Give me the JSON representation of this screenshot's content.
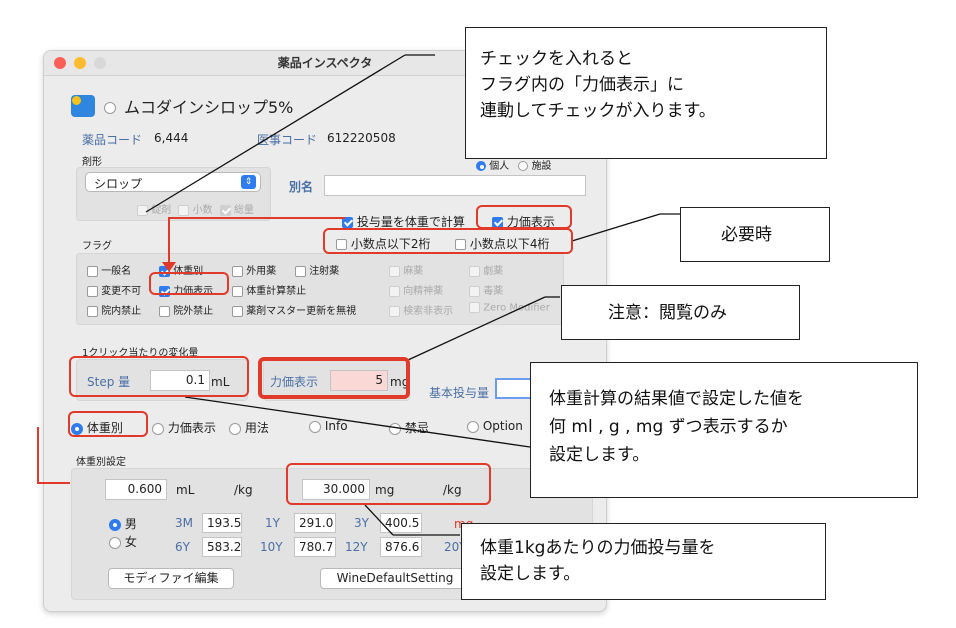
{
  "window": {
    "title": "薬品インスペクタ"
  },
  "drug": {
    "name": "ムコダインシロップ5%",
    "code_label": "薬品コード",
    "code": "6,444",
    "rezept_label": "医事コード",
    "rezept": "612220508"
  },
  "form": {
    "section_label": "剤形",
    "value": "シロップ",
    "options": [
      "錠剤",
      "小数",
      "総量"
    ],
    "alias_label": "別名"
  },
  "target": {
    "options": [
      "個人",
      "施設"
    ]
  },
  "top_flags": {
    "weight_calc": "投与量を体重で計算",
    "potency": "力価表示",
    "decimal2": "小数点以下2桁",
    "decimal4": "小数点以下4桁"
  },
  "flags": {
    "section_label": "フラグ",
    "rows": [
      [
        "一般名",
        "体重別",
        "外用薬",
        "注射薬",
        "麻薬",
        "劇薬"
      ],
      [
        "変更不可",
        "力価表示",
        "体重計算禁止",
        "向精神薬",
        "毒薬"
      ],
      [
        "院内禁止",
        "院外禁止",
        "薬剤マスター更新を無視",
        "検索非表示",
        "Zero Modifier"
      ]
    ]
  },
  "click": {
    "section_label": "1クリック当たりの変化量",
    "step_label": "Step 量",
    "step_value": "0.1",
    "step_unit": "mL",
    "potency_label": "力価表示",
    "potency_value": "5",
    "potency_unit": "mg",
    "base_label": "基本投与量"
  },
  "tabs": [
    "体重別",
    "力価表示",
    "用法",
    "Info",
    "禁忌",
    "Option"
  ],
  "weight": {
    "section_label": "体重別設定",
    "ml_value": "0.600",
    "ml_unit": "mL",
    "per_kg": "/kg",
    "mg_value": "30.000",
    "mg_unit": "mg",
    "mg_per_kg": "/kg",
    "sex": [
      "男",
      "女"
    ],
    "ages_row1": [
      {
        "age": "3M",
        "val": "193.5"
      },
      {
        "age": "1Y",
        "val": "291.0"
      },
      {
        "age": "3Y",
        "val": "400.5"
      }
    ],
    "ages_row2": [
      {
        "age": "6Y",
        "val": "583.2"
      },
      {
        "age": "10Y",
        "val": "780.7"
      },
      {
        "age": "12Y",
        "val": "876.6"
      },
      {
        "age": "20Y",
        "val": ""
      }
    ],
    "row1_unit": "mg"
  },
  "buttons": {
    "modify": "モディファイ編集",
    "setting": "WineDefaultSetting"
  },
  "notes": {
    "n1": [
      "チェックを入れると",
      "フラグ内の「力価表示」に",
      "連動してチェックが入ります。"
    ],
    "n2": "必要時",
    "n3": "注意：閲覧のみ",
    "n4": [
      "体重計算の結果値で設定した値を",
      "何 ml , g , mg ずつ表示するか",
      "設定します。"
    ],
    "n5": [
      "体重1kgあたりの力価投与量を",
      "設定します。"
    ]
  },
  "colors": {
    "accent": "#2f7bef",
    "annotation": "#e03a2a"
  }
}
